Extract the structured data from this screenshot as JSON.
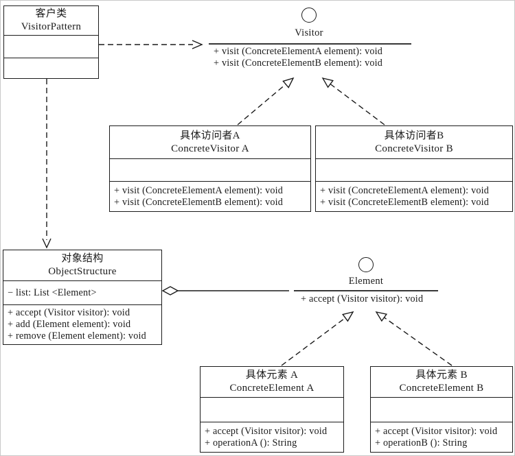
{
  "diagram": {
    "background": "#ffffff",
    "line_color": "#1a1a1a",
    "nodes": {
      "client": {
        "title_zh": "客户类",
        "title_en": "VisitorPattern"
      },
      "visitor_interface": {
        "name": "Visitor",
        "methods": [
          "+ visit (ConcreteElementA element): void",
          "+ visit (ConcreteElementB element): void"
        ]
      },
      "concrete_visitor_a": {
        "title_zh": "具体访问者A",
        "title_en": "ConcreteVisitor A",
        "methods": [
          "+ visit (ConcreteElementA element): void",
          "+ visit (ConcreteElementB element): void"
        ]
      },
      "concrete_visitor_b": {
        "title_zh": "具体访问者B",
        "title_en": "ConcreteVisitor B",
        "methods": [
          "+ visit (ConcreteElementA element): void",
          "+ visit (ConcreteElementB element): void"
        ]
      },
      "object_structure": {
        "title_zh": "对象结构",
        "title_en": "ObjectStructure",
        "attributes": [
          "− list: List <Element>"
        ],
        "methods": [
          "+ accept (Visitor visitor): void",
          "+ add (Element element): void",
          "+ remove (Element element): void"
        ]
      },
      "element_interface": {
        "name": "Element",
        "methods": [
          "+ accept (Visitor visitor): void"
        ]
      },
      "concrete_element_a": {
        "title_zh": "具体元素 A",
        "title_en": "ConcreteElement A",
        "methods": [
          "+ accept (Visitor visitor): void",
          "+ operationA (): String"
        ]
      },
      "concrete_element_b": {
        "title_zh": "具体元素 B",
        "title_en": "ConcreteElement B",
        "methods": [
          "+ accept (Visitor visitor): void",
          "+ operationB (): String"
        ]
      }
    },
    "relationships": [
      {
        "type": "dependency",
        "from": "client",
        "to": "visitor_interface"
      },
      {
        "type": "dependency",
        "from": "client",
        "to": "object_structure"
      },
      {
        "type": "realization",
        "from": "concrete_visitor_a",
        "to": "visitor_interface"
      },
      {
        "type": "realization",
        "from": "concrete_visitor_b",
        "to": "visitor_interface"
      },
      {
        "type": "aggregation",
        "from": "object_structure",
        "to": "element_interface"
      },
      {
        "type": "realization",
        "from": "concrete_element_a",
        "to": "element_interface"
      },
      {
        "type": "realization",
        "from": "concrete_element_b",
        "to": "element_interface"
      }
    ]
  }
}
